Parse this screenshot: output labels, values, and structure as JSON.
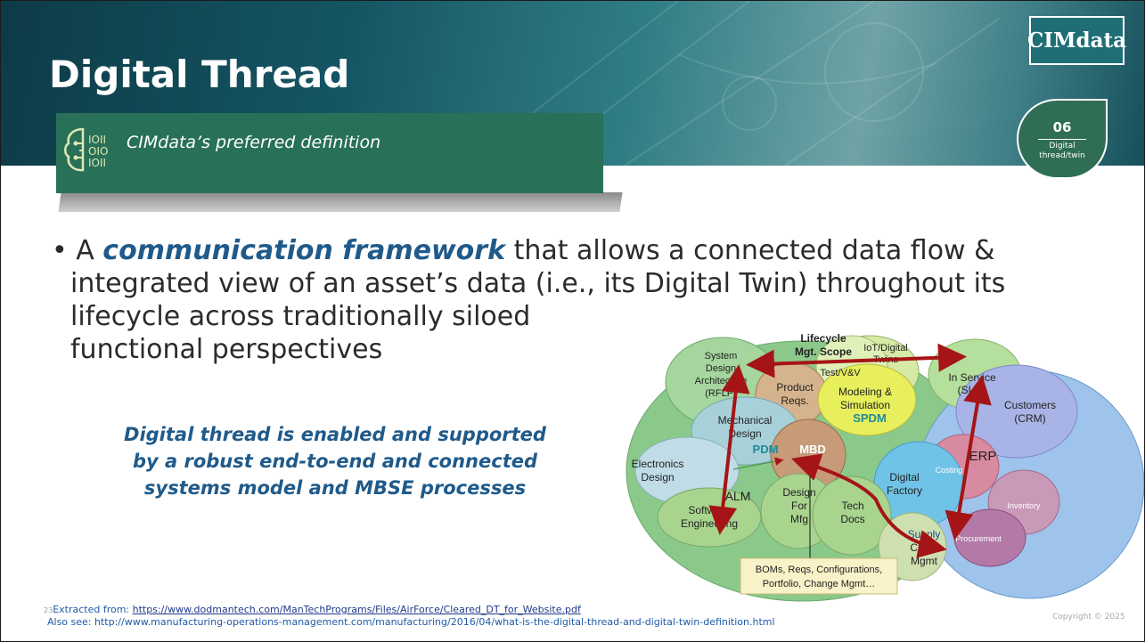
{
  "header": {
    "title": "Digital Thread",
    "logo": "CIMdata",
    "badge_number": "06",
    "badge_label_1": "Digital",
    "badge_label_2": "thread/twin"
  },
  "definition": {
    "icon": "brain-binary-icon",
    "text": "CIMdata’s preferred definition"
  },
  "bullet": {
    "prefix": "A ",
    "emphasis": "communication framework",
    "rest_line1": " that allows a connected data flow &",
    "line2": "integrated view of an asset’s data (i.e., its Digital Twin) throughout its",
    "line3": "lifecycle across traditionally siloed",
    "line4": "functional perspectives"
  },
  "note": {
    "line1": "Digital thread is enabled and supported",
    "line2": "by a robust end-to-end and connected",
    "line3": "systems model and MBSE processes"
  },
  "diagram": {
    "lifecycle_1": "Lifecycle",
    "lifecycle_2": "Mgt. Scope",
    "iot_1": "IoT/Digital",
    "iot_2": "Twins",
    "test": "Test/V&V",
    "inservice_1": "In Service",
    "inservice_2": "(SLM)",
    "system_1": "System",
    "system_2": "Design",
    "system_3": "Architecture",
    "system_4": "(RFLP)",
    "product_1": "Product",
    "product_2": "Reqs.",
    "modeling_1": "Modeling &",
    "modeling_2": "Simulation",
    "spdm": "SPDM",
    "customers_1": "Customers",
    "customers_2": "(CRM)",
    "mech_1": "Mechanical",
    "mech_2": "Design",
    "pdm": "PDM",
    "mbd": "MBD",
    "erp": "ERP",
    "electronics_1": "Electronics",
    "electronics_2": "Design",
    "costing": "Costing",
    "digital_factory_1": "Digital",
    "digital_factory_2": "Factory",
    "alm": "ALM",
    "dfm_1": "Design",
    "dfm_2": "For",
    "dfm_3": "Mfg",
    "techdocs_1": "Tech",
    "techdocs_2": "Docs",
    "software_1": "Software",
    "software_2": "Engineering",
    "inventory": "Inventory",
    "supply_1": "Supply",
    "supply_2": "Chain",
    "supply_3": "Mgmt",
    "procurement": "Procurement",
    "callout_1": "BOMs, Reqs, Configurations,",
    "callout_2": "Portfolio, Change Mgmt…"
  },
  "footer": {
    "page": "23",
    "extracted_label": "Extracted from: ",
    "extracted_url": "https://www.dodmantech.com/ManTechPrograms/Files/AirForce/Cleared_DT_for_Website.pdf",
    "also_see": "Also see: http://www.manufacturing-operations-management.com/manufacturing/2016/04/what-is-the-digital-thread-and-digital-twin-definition.html",
    "copyright": "Copyright © 2025"
  },
  "colors": {
    "header_dark": "#0d3b47",
    "definition_bar": "#297059",
    "emphasis_blue": "#1f5a8a",
    "thread_red": "#a51416"
  }
}
